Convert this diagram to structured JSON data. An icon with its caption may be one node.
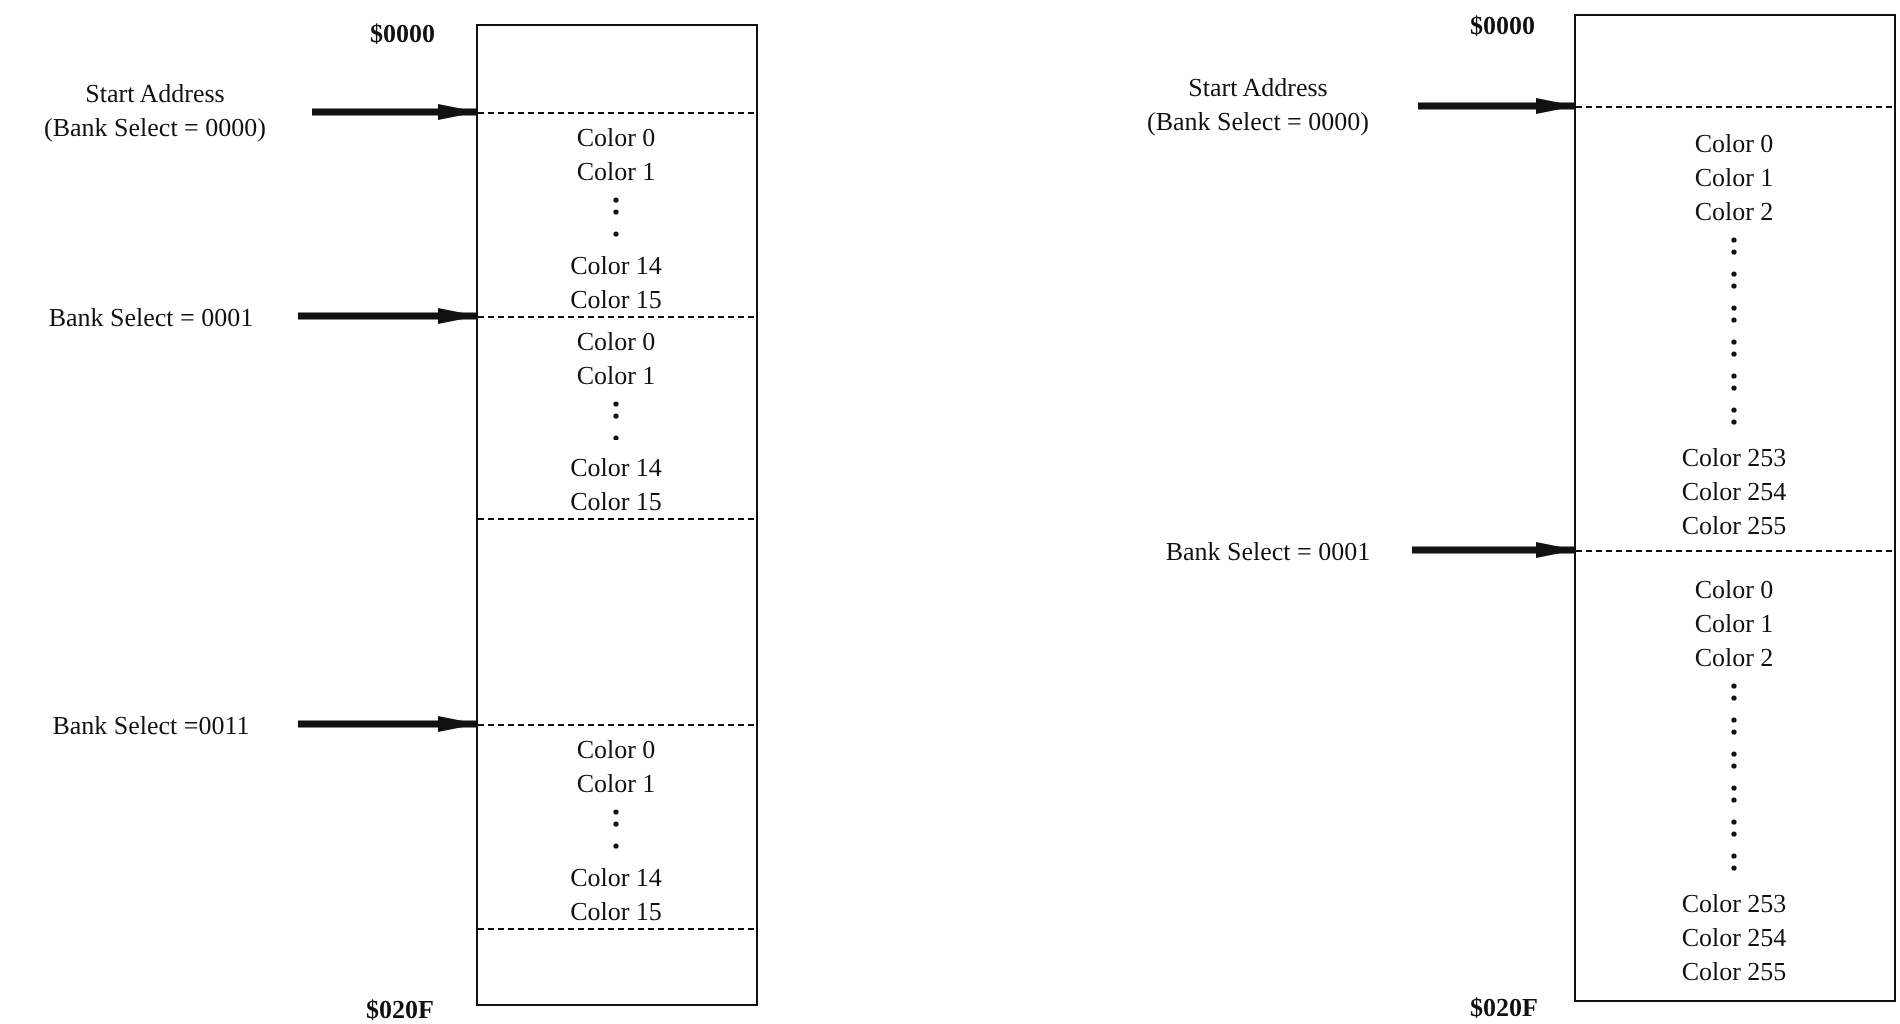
{
  "diagram": {
    "nodes": [
      {
        "text": [],
        "shape": "box",
        "beside": [
          "$0000",
          "$020F"
        ]
      },
      {
        "text": [
          "Color 0",
          "Color 1",
          "Color 14",
          "Color 15"
        ],
        "in": 0
      },
      {
        "text": [
          "Color 0",
          "Color 1",
          "Color 14",
          "Color 15"
        ],
        "in": 0
      },
      {
        "text": [
          "Color 0",
          "Color 1",
          "Color 14",
          "Color 15"
        ],
        "in": 0
      },
      {
        "text": [],
        "shape": "box",
        "beside": [
          "$0000",
          "$020F"
        ]
      },
      {
        "text": [
          "Color 0",
          "Color 1",
          "Color 2",
          "Color 253",
          "Color 254",
          "Color 255"
        ],
        "in": 4
      },
      {
        "text": [
          "Color 0",
          "Color 1",
          "Color 2",
          "Color 253",
          "Color 254",
          "Color 255"
        ],
        "in": 4
      },
      {
        "text": [
          "Start Address",
          "(Bank Select = 0000)"
        ]
      },
      {
        "text": [
          "Bank Select = 0001"
        ]
      },
      {
        "text": [
          "Bank Select =0011"
        ]
      },
      {
        "text": [
          "Start Address",
          "(Bank Select = 0000)"
        ]
      },
      {
        "text": [
          "Bank Select = 0001"
        ]
      }
    ],
    "edges": [
      {
        "from": 7,
        "to": 1,
        "arrow": "to"
      },
      {
        "from": 8,
        "to": 2,
        "arrow": "to"
      },
      {
        "from": 9,
        "to": 3,
        "arrow": "to"
      },
      {
        "from": 10,
        "to": 5,
        "arrow": "to"
      },
      {
        "from": 11,
        "to": 6,
        "arrow": "to"
      }
    ]
  }
}
